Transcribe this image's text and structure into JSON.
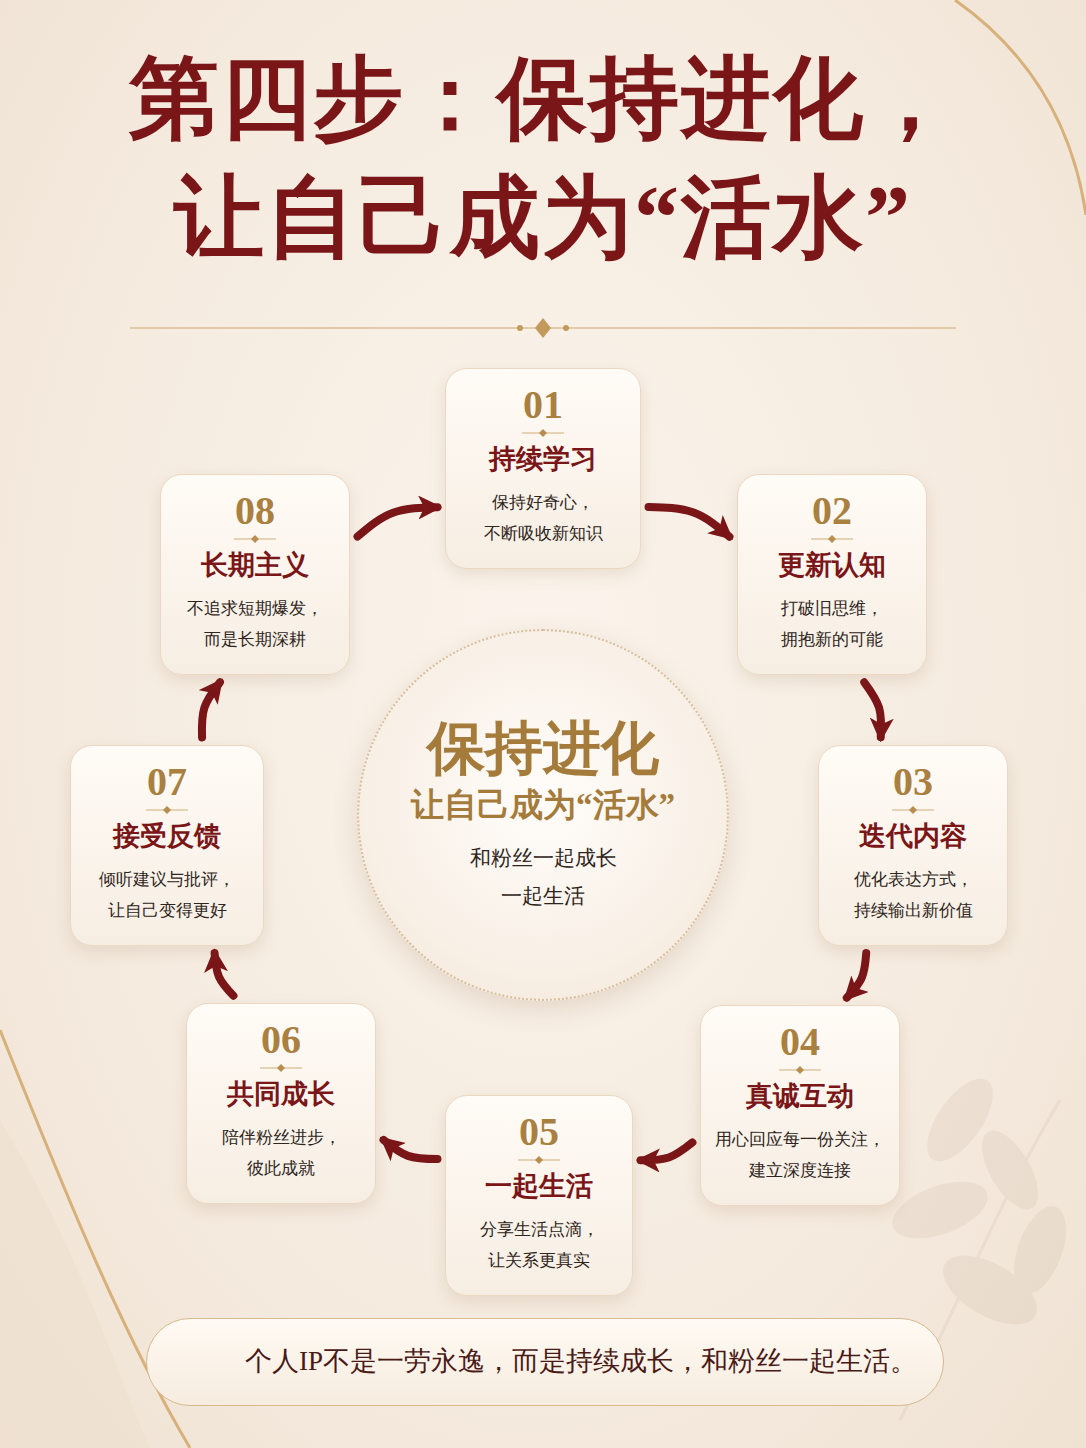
{
  "diagram": {
    "title": "第四步：保持进化， 让自己成为“活水”",
    "nodes": [
      {
        "text": [
          "01",
          "持续学习",
          "保持好奇心， 不断吸收新知识"
        ]
      },
      {
        "text": [
          "02",
          "更新认知",
          "打破旧思维， 拥抱新的可能"
        ]
      },
      {
        "text": [
          "03",
          "迭代内容",
          "优化表达方式， 持续输出新价值"
        ]
      },
      {
        "text": [
          "04",
          "真诚互动",
          "用心回应每一份关注， 建立深度连接"
        ]
      },
      {
        "text": [
          "05",
          "一起生活",
          "分享生活点滴， 让关系更真实"
        ]
      },
      {
        "text": [
          "06",
          "共同成长",
          "陪伴粉丝进步， 彼此成就"
        ]
      },
      {
        "text": [
          "07",
          "接受反馈",
          "倾听建议与批评， 让自己变得更好"
        ]
      },
      {
        "text": [
          "08",
          "长期主义",
          "不追求短期爆发， 而是长期深耕"
        ]
      },
      {
        "text": [
          "保持进化",
          "让自己成为“活水”",
          "和粉丝一起成长 一起生活"
        ]
      },
      {
        "text": [
          "个人IP不是一劳永逸，而是持续成长，和粉丝一起生活。"
        ]
      }
    ],
    "edges": [
      {
        "from": 0,
        "to": 1,
        "arrow": "to"
      },
      {
        "from": 1,
        "to": 2,
        "arrow": "to"
      },
      {
        "from": 2,
        "to": 3,
        "arrow": "to"
      },
      {
        "from": 3,
        "to": 4,
        "arrow": "to"
      },
      {
        "from": 4,
        "to": 5,
        "arrow": "to"
      },
      {
        "from": 5,
        "to": 6,
        "arrow": "to"
      },
      {
        "from": 6,
        "to": 7,
        "arrow": "to"
      },
      {
        "from": 7,
        "to": 0,
        "arrow": "to"
      }
    ]
  }
}
